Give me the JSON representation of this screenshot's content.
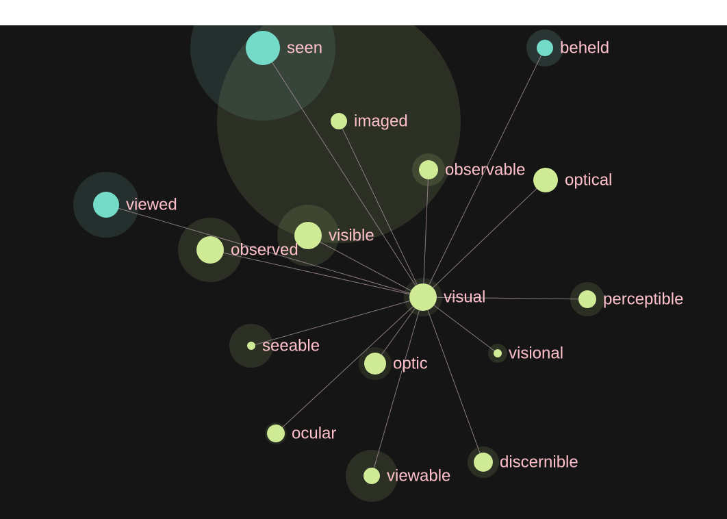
{
  "colors": {
    "background": "#151515",
    "edge": "#a8939b",
    "label": "#ffc0cb",
    "node_green": "#d0eb96",
    "node_teal": "#73dbc8",
    "halo_green": "#d0eb96",
    "halo_teal": "#6fa8a0"
  },
  "graph": {
    "center": "visual",
    "nodes": [
      {
        "id": "visual",
        "label": "visual",
        "group": "green"
      },
      {
        "id": "seen",
        "label": "seen",
        "group": "teal"
      },
      {
        "id": "beheld",
        "label": "beheld",
        "group": "teal"
      },
      {
        "id": "imaged",
        "label": "imaged",
        "group": "green"
      },
      {
        "id": "observable",
        "label": "observable",
        "group": "green"
      },
      {
        "id": "optical",
        "label": "optical",
        "group": "green"
      },
      {
        "id": "viewed",
        "label": "viewed",
        "group": "teal"
      },
      {
        "id": "visible",
        "label": "visible",
        "group": "green"
      },
      {
        "id": "observed",
        "label": "observed",
        "group": "green"
      },
      {
        "id": "perceptible",
        "label": "perceptible",
        "group": "green"
      },
      {
        "id": "seeable",
        "label": "seeable",
        "group": "green"
      },
      {
        "id": "optic",
        "label": "optic",
        "group": "green"
      },
      {
        "id": "visional",
        "label": "visional",
        "group": "green"
      },
      {
        "id": "ocular",
        "label": "ocular",
        "group": "green"
      },
      {
        "id": "viewable",
        "label": "viewable",
        "group": "green"
      },
      {
        "id": "discernible",
        "label": "discernible",
        "group": "green"
      }
    ],
    "edges": [
      [
        "visual",
        "seen"
      ],
      [
        "visual",
        "beheld"
      ],
      [
        "visual",
        "imaged"
      ],
      [
        "visual",
        "observable"
      ],
      [
        "visual",
        "optical"
      ],
      [
        "visual",
        "viewed"
      ],
      [
        "visual",
        "visible"
      ],
      [
        "visual",
        "observed"
      ],
      [
        "visual",
        "perceptible"
      ],
      [
        "visual",
        "seeable"
      ],
      [
        "visual",
        "optic"
      ],
      [
        "visual",
        "visional"
      ],
      [
        "visual",
        "ocular"
      ],
      [
        "visual",
        "viewable"
      ],
      [
        "visual",
        "discernible"
      ]
    ]
  }
}
